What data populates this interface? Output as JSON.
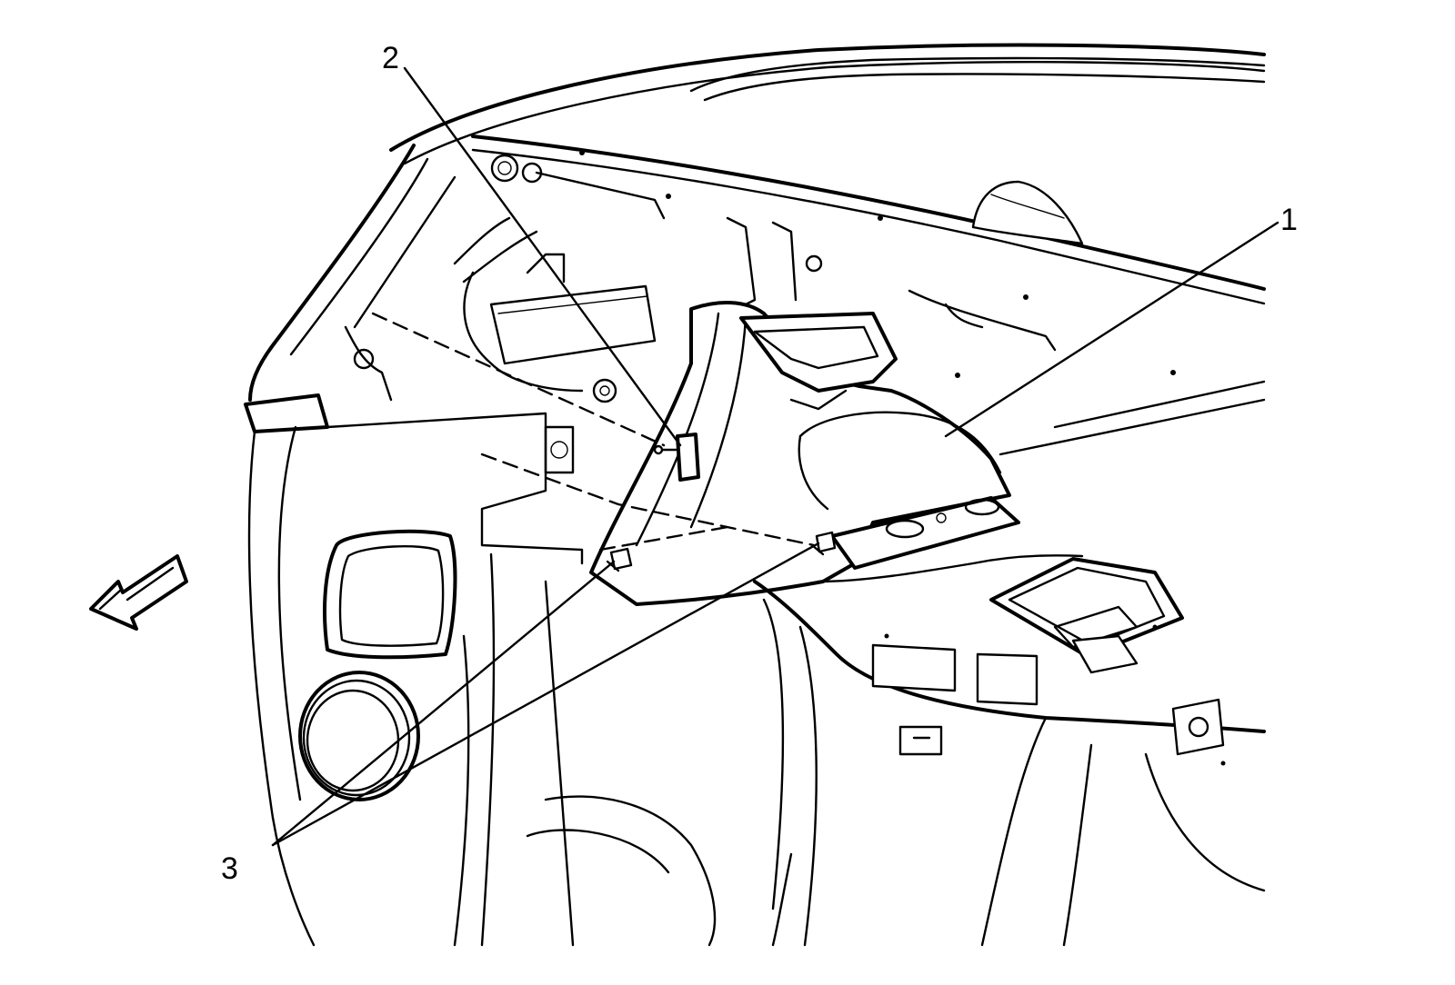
{
  "callouts": [
    {
      "id": "1",
      "label": "1"
    },
    {
      "id": "2",
      "label": "2"
    },
    {
      "id": "3",
      "label": "3"
    }
  ],
  "icons": [
    "forward-direction-arrow-icon"
  ],
  "colors": {
    "line": "#000000",
    "background": "#ffffff"
  }
}
